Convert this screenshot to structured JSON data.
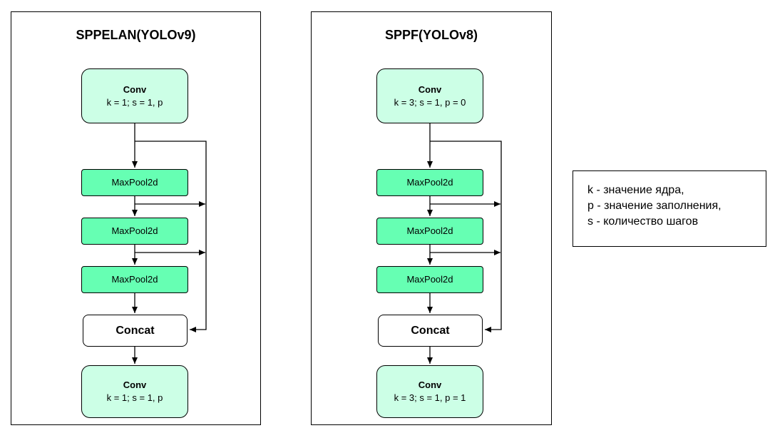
{
  "panels": {
    "left": {
      "title": "SPPELAN(YOLOv9)",
      "conv_top": {
        "name": "Conv",
        "params": "k = 1; s = 1, p"
      },
      "pools": [
        "MaxPool2d",
        "MaxPool2d",
        "MaxPool2d"
      ],
      "concat": "Concat",
      "conv_bottom": {
        "name": "Conv",
        "params": "k = 1; s = 1, p"
      }
    },
    "right": {
      "title": "SPPF(YOLOv8)",
      "conv_top": {
        "name": "Conv",
        "params": "k = 3; s = 1, p = 0"
      },
      "pools": [
        "MaxPool2d",
        "MaxPool2d",
        "MaxPool2d"
      ],
      "concat": "Concat",
      "conv_bottom": {
        "name": "Conv",
        "params": "k = 3; s = 1, p = 1"
      }
    }
  },
  "legend": {
    "lines": [
      "k - значение ядра,",
      "p - значение заполнения,",
      "s - количество шагов"
    ]
  },
  "colors": {
    "conv_fill": "#ccffe6",
    "pool_fill": "#66ffb3",
    "concat_fill": "#ffffff",
    "stroke": "#000000"
  }
}
